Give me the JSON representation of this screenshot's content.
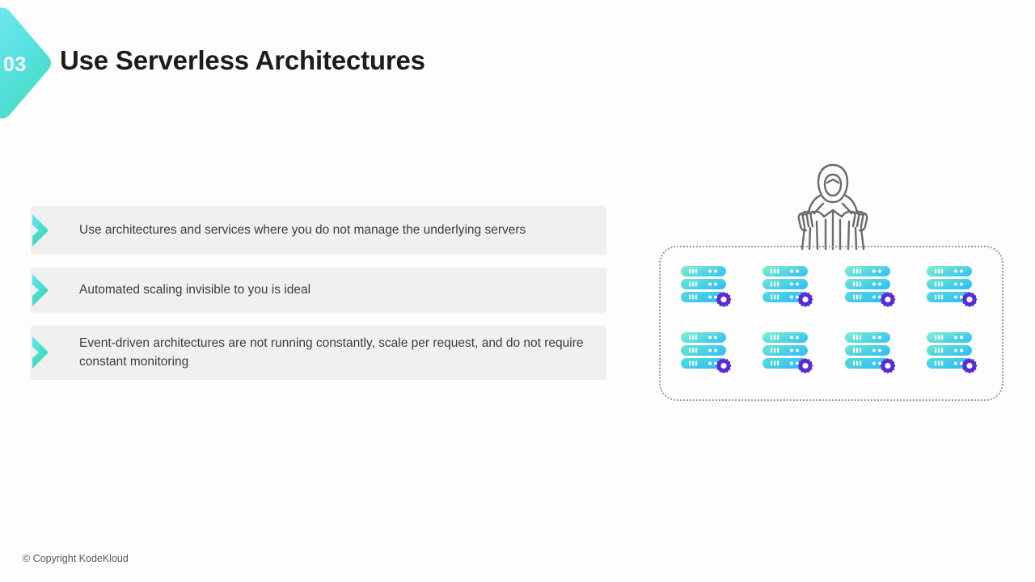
{
  "slide": {
    "background_color": "#fdfdfd",
    "badge": {
      "number": "03",
      "gradient_from": "#6FE6F2",
      "gradient_to": "#44DCBE",
      "text_color": "#ffffff"
    },
    "title": "Use Serverless Architectures",
    "title_color": "#1c1c1c"
  },
  "bullets": {
    "bar_color": "#f0f0f0",
    "text_color": "#3d3d3d",
    "chevron_gradient_from": "#5FE3F0",
    "chevron_gradient_to": "#3FD9B4",
    "items": [
      {
        "text": "Use architectures and services where you do not manage the underlying servers"
      },
      {
        "text": "Automated scaling invisible to you is ideal"
      },
      {
        "text": "Event-driven architectures are not running constantly, scale per request, and do not require constant monitoring"
      }
    ]
  },
  "illustration": {
    "name": "serverless-puppeteer-servers",
    "figure_icon": "hooded-puppeteer-icon",
    "figure_stroke": "#6b6b6b",
    "dashed_box_color": "#9a9a9a",
    "server_gradient_from": "#7BEFC9",
    "server_gradient_to": "#3FC9F0",
    "gear_color": "#5B2BD6",
    "gear_icon": "gear-icon",
    "server_rows": 2,
    "server_columns": 4,
    "units_per_stack": 3,
    "total_servers": 8
  },
  "footer": {
    "copyright": "© Copyright KodeKloud"
  }
}
